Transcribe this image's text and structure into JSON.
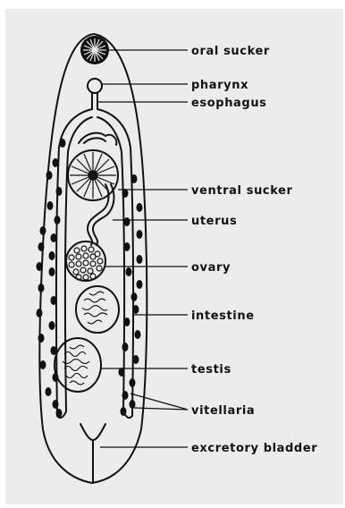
{
  "figure": {
    "background": "#ececec",
    "ink": "#111111",
    "labels": {
      "oral_sucker": "oral sucker",
      "pharynx": "pharynx",
      "esophagus": "esophagus",
      "ventral_sucker": "ventral sucker",
      "uterus": "uterus",
      "ovary": "ovary",
      "intestine": "intestine",
      "testis": "testis",
      "vitellaria": "vitellaria",
      "excretory_bladder": "excretory bladder"
    }
  }
}
